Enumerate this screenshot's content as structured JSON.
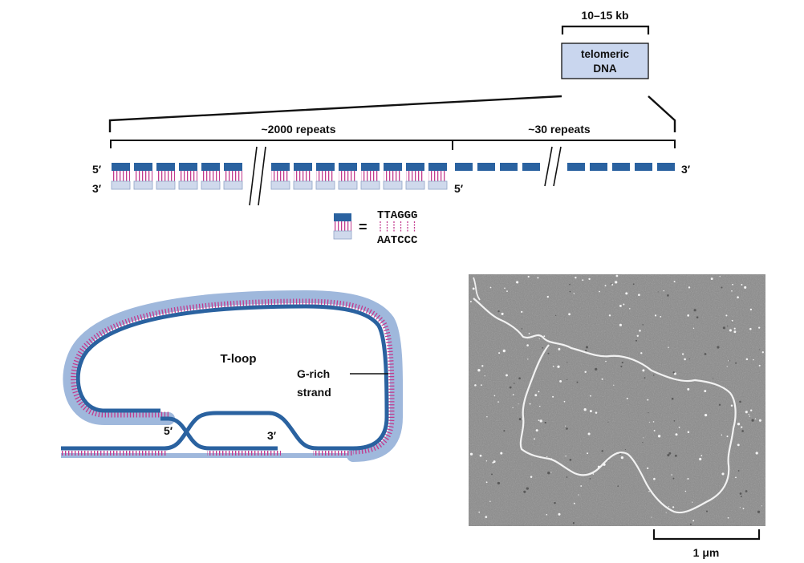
{
  "top": {
    "size_label": "10–15 kb",
    "box_line1": "telomeric",
    "box_line2": "DNA",
    "repeats_left": "~2000 repeats",
    "repeats_right": "~30 repeats",
    "five_prime_left": "5′",
    "three_prime_left": "3′",
    "five_prime_mid": "5′",
    "three_prime_right": "3′"
  },
  "legend": {
    "equals": "=",
    "top_seq": "TTAGGG",
    "bottom_seq": "AATCCC"
  },
  "tloop": {
    "title": "T-loop",
    "strand_line1": "G-rich",
    "strand_line2": "strand",
    "five_prime": "5′",
    "three_prime": "3′"
  },
  "micrograph": {
    "scale_label": "1 μm"
  },
  "colors": {
    "dark_strand": "#2a62a0",
    "light_strand": "#9fb8dc",
    "light_block": "#cfd9ec",
    "rung": "#c23a8e",
    "box_fill": "#c9d6ee",
    "micrograph_bg": "#8a8a8a"
  }
}
